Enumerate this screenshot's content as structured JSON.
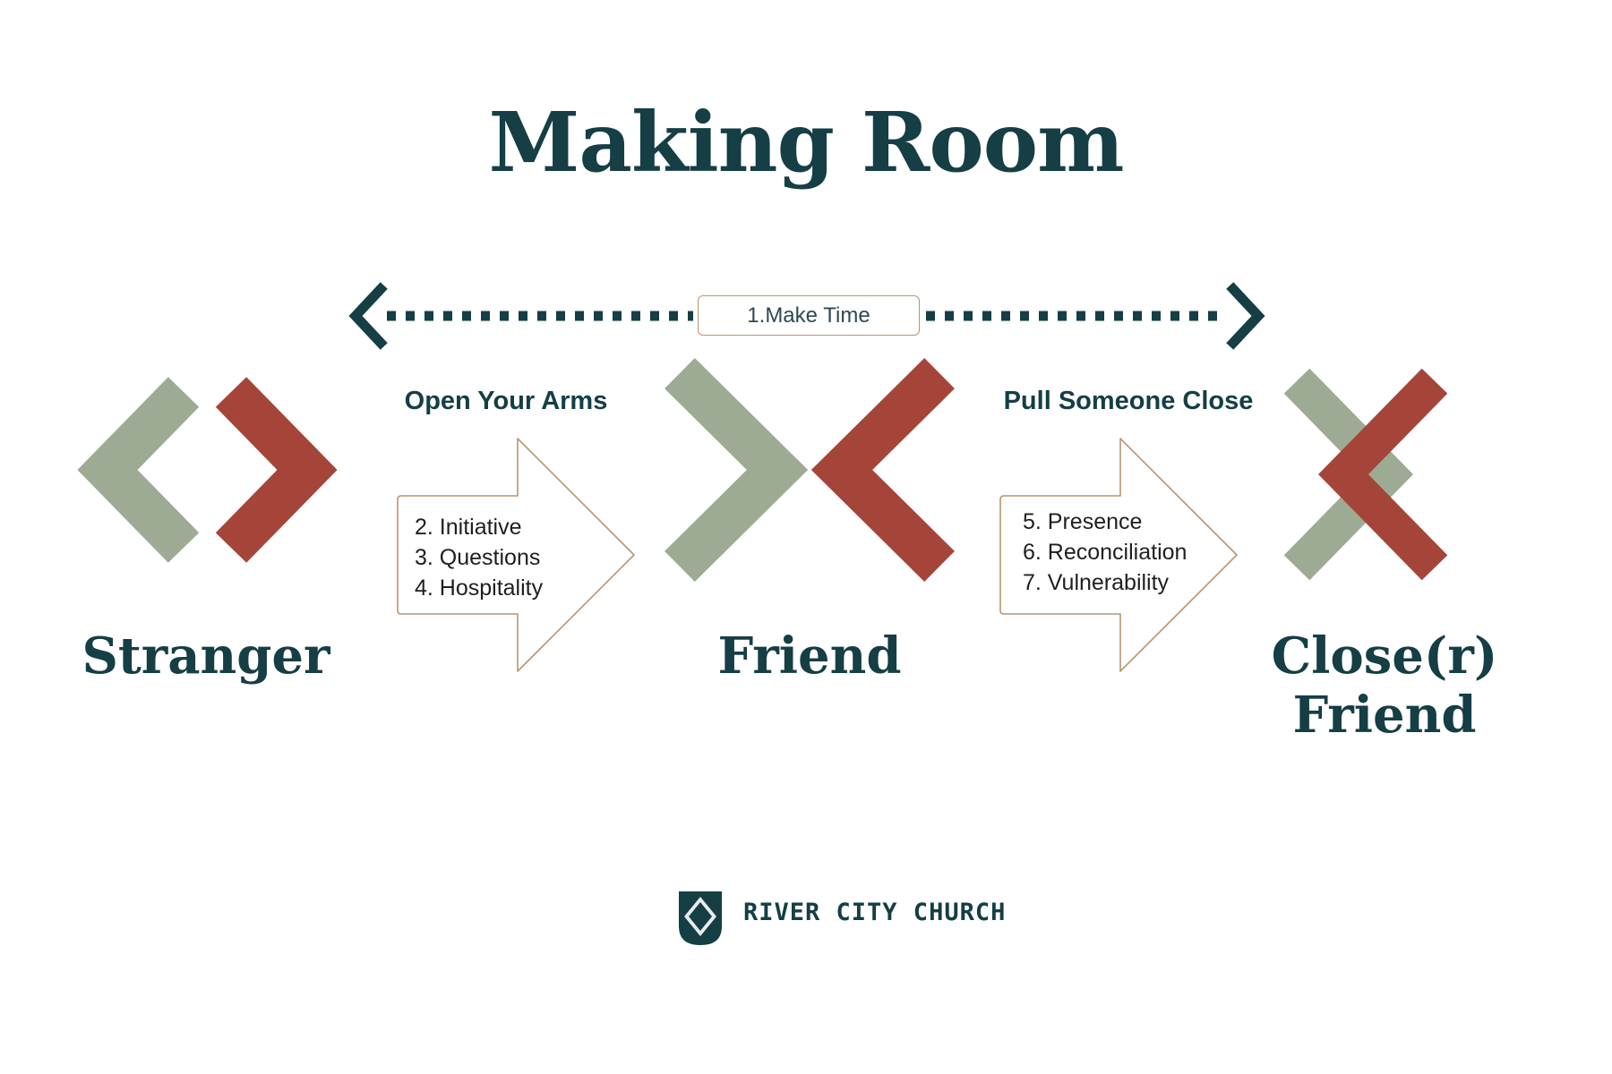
{
  "title": "Making Room",
  "colors": {
    "dark_teal": "#153e45",
    "sage": "#9dab94",
    "red": "#a54539",
    "tan": "#b89472"
  },
  "time_bar": {
    "label": "1.Make Time",
    "left_icon": "chevron-left-icon",
    "right_icon": "chevron-right-icon"
  },
  "stages": [
    {
      "label": "Stranger",
      "icon": "stranger-chevrons-icon"
    },
    {
      "label": "Friend",
      "icon": "friend-chevrons-icon"
    },
    {
      "label": "Close(r) Friend",
      "icon": "closer-friend-cross-icon"
    }
  ],
  "steps": [
    {
      "heading": "Open Your Arms",
      "items": [
        "2. Initiative",
        "3. Questions",
        "4. Hospitality"
      ]
    },
    {
      "heading": "Pull Someone Close",
      "items": [
        "5. Presence",
        "6. Reconciliation",
        "7. Vulnerability"
      ]
    }
  ],
  "logo": {
    "text": "RIVER CITY CHURCH",
    "icon": "river-city-church-shield-icon"
  }
}
